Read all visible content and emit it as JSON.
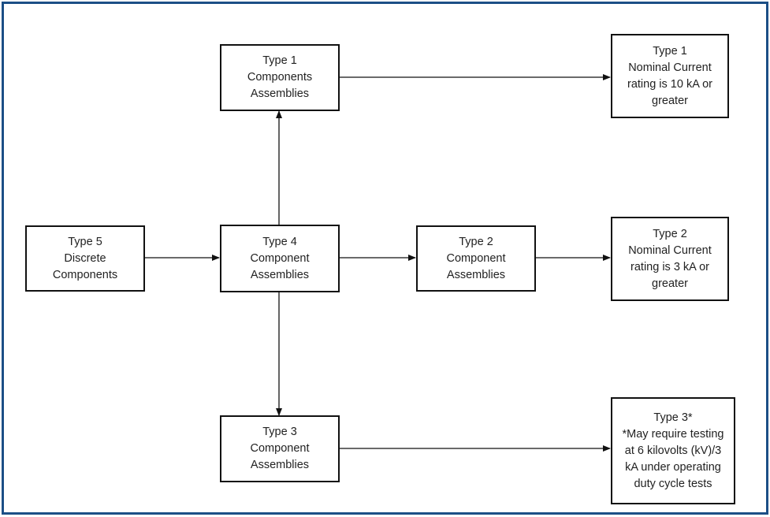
{
  "colors": {
    "frame": "#1c4f86",
    "box_border": "#111111",
    "text": "#222222",
    "arrow": "#111111"
  },
  "boxes": {
    "type5": {
      "lines": [
        "Type 5",
        "Discrete",
        "Components"
      ]
    },
    "type4": {
      "lines": [
        "Type 4",
        "Component",
        "Assemblies"
      ]
    },
    "type1": {
      "lines": [
        "Type 1",
        "Components",
        "Assemblies"
      ]
    },
    "type2": {
      "lines": [
        "Type 2",
        "Component",
        "Assemblies"
      ]
    },
    "type3": {
      "lines": [
        "Type 3",
        "Component",
        "Assemblies"
      ]
    },
    "type1_rating": {
      "lines": [
        "Type 1",
        "Nominal Current",
        "rating is 10 kA or",
        "greater"
      ]
    },
    "type2_rating": {
      "lines": [
        "Type 2",
        "Nominal Current",
        "rating is 3 kA or",
        "greater"
      ]
    },
    "type3_note": {
      "lines": [
        "Type 3*",
        "*May require testing",
        "at 6 kilovolts (kV)/3",
        "kA under operating",
        "duty cycle tests"
      ]
    }
  },
  "edges": [
    {
      "from": "type5",
      "to": "type4"
    },
    {
      "from": "type4",
      "to": "type1"
    },
    {
      "from": "type4",
      "to": "type2"
    },
    {
      "from": "type4",
      "to": "type3"
    },
    {
      "from": "type1",
      "to": "type1_rating"
    },
    {
      "from": "type2",
      "to": "type2_rating"
    },
    {
      "from": "type3",
      "to": "type3_note"
    }
  ]
}
